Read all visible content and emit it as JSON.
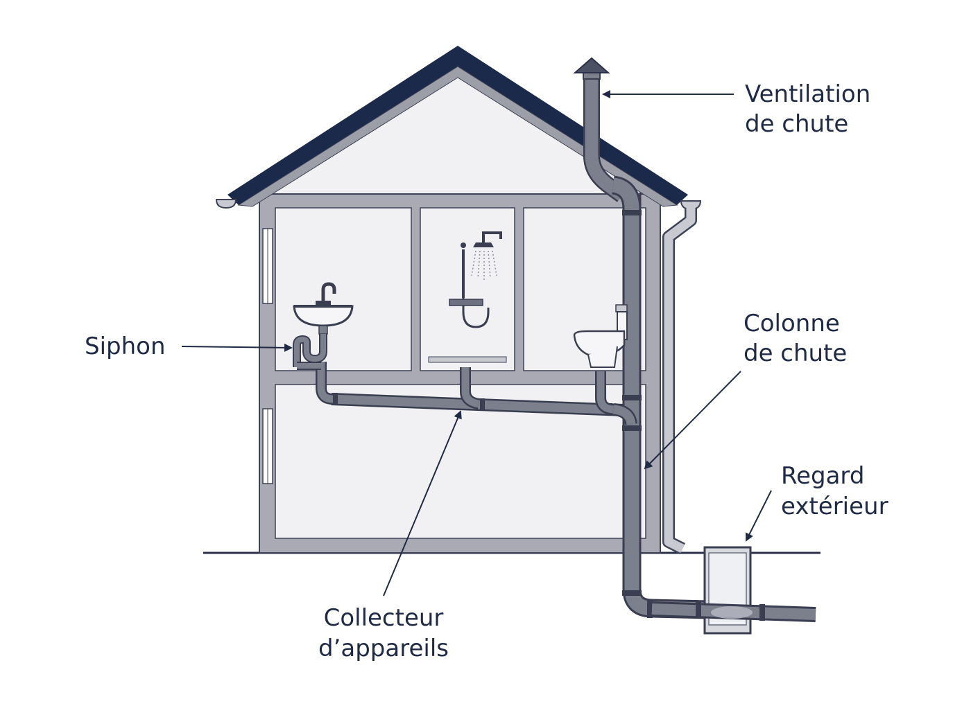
{
  "labels": {
    "ventilation": {
      "line1": "Ventilation",
      "line2": "de chute"
    },
    "siphon": "Siphon",
    "colonne": {
      "line1": "Colonne",
      "line2": "de chute"
    },
    "regard": {
      "line1": "Regard",
      "line2": "extérieur"
    },
    "collecteur": {
      "line1": "Collecteur",
      "line2": "d’appareils"
    }
  },
  "colors": {
    "roof": "#1b2a4a",
    "wall": "#a9aab3",
    "wall_outline": "#3d4256",
    "interior": "#f1f1f3",
    "pipe": "#7c7f8c",
    "pipe_outline": "#3a3e50",
    "ink": "#1f2a44"
  },
  "icons": [
    "sink-icon",
    "shower-icon",
    "toilet-icon",
    "vent-cap-icon",
    "gutter-icon"
  ]
}
